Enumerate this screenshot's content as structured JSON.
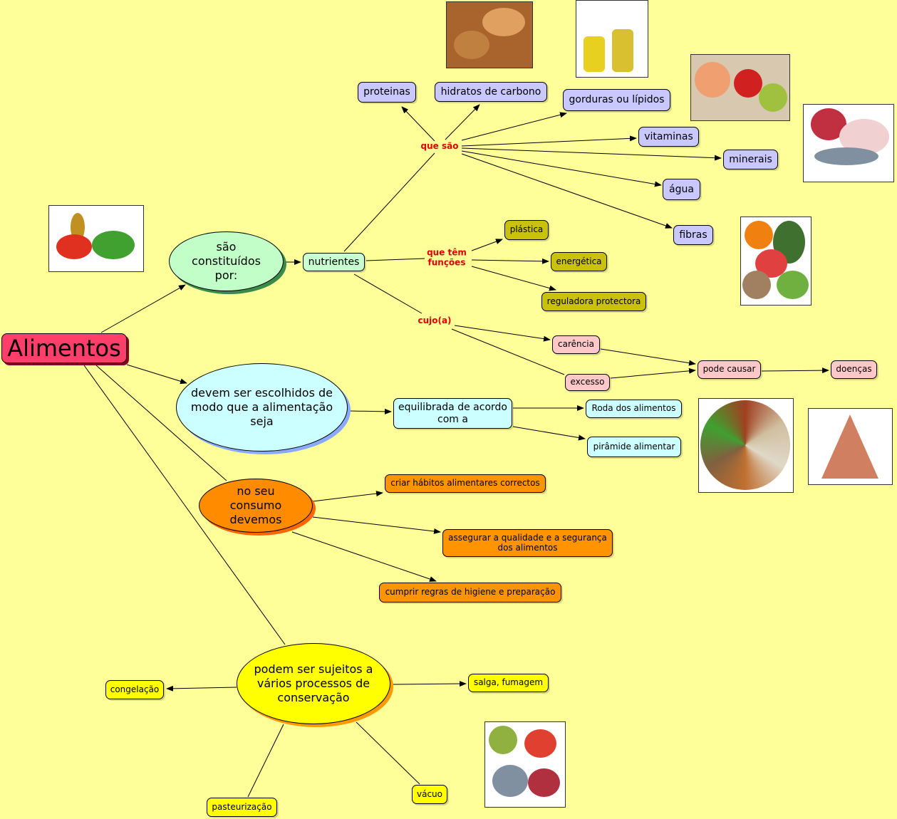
{
  "root": "Alimentos",
  "branch1": {
    "text": "são constituídos por:",
    "node": "nutrientes",
    "link_que_sao": "que são",
    "nutrients": [
      "proteinas",
      "hidratos de carbono",
      "gorduras ou lípidos",
      "vitaminas",
      "minerais",
      "água",
      "fibras"
    ],
    "link_funcoes": "que têm funções",
    "functions": [
      "plástica",
      "energética",
      "reguladora protectora"
    ],
    "link_cujo": "cujo(a)",
    "conditions": [
      "carência",
      "excesso"
    ],
    "pode_causar": "pode causar",
    "doencas": "doenças"
  },
  "branch2": {
    "text": "devem ser escolhidos de modo que a alimentação seja",
    "node": "equilibrada de acordo com a",
    "targets": [
      "Roda dos alimentos",
      "pirâmide alimentar"
    ]
  },
  "branch3": {
    "text": "no seu consumo devemos",
    "targets": [
      "criar hábitos alimentares correctos",
      "assegurar a qualidade e a segurança dos alimentos",
      "cumprir regras de higiene e preparação"
    ]
  },
  "branch4": {
    "text": "podem ser sujeitos a vários processos de conservação",
    "targets": [
      "congelação",
      "salga, fumagem",
      "pasteurização",
      "vácuo"
    ]
  },
  "colors": {
    "background": "#ffff99",
    "root": "#ff3f6a",
    "link_text": "#e00000"
  }
}
